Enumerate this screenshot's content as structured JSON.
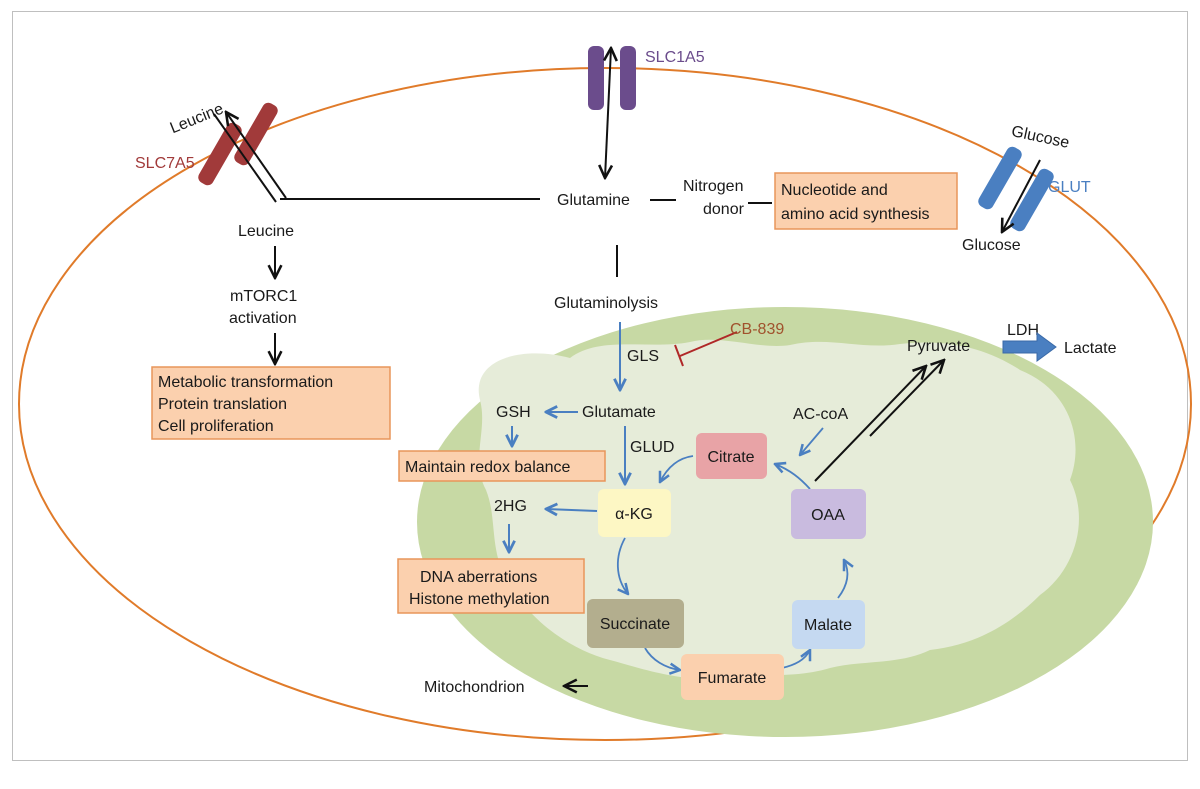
{
  "transporters": {
    "slc1a5": "SLC1A5",
    "slc7a5": "SLC7A5",
    "glut": "GLUT"
  },
  "labels": {
    "leucine_out": "Leucine",
    "leucine_in": "Leucine",
    "glucose_out": "Glucose",
    "glucose_in": "Glucose",
    "glutamine": "Glutamine",
    "nitrogen_1": "Nitrogen",
    "nitrogen_2": "donor",
    "mtorc1_1": "mTORC1",
    "mtorc1_2": "activation",
    "glutaminolysis": "Glutaminolysis",
    "gls": "GLS",
    "cb839": "CB-839",
    "glutamate": "Glutamate",
    "gsh": "GSH",
    "glud": "GLUD",
    "two_hg": "2HG",
    "ac_coa": "AC-coA",
    "pyruvate": "Pyruvate",
    "ldh": "LDH",
    "lactate": "Lactate",
    "mitochondrion": "Mitochondrion"
  },
  "boxes": {
    "nucleotide": [
      "Nucleotide and",
      "amino acid synthesis"
    ],
    "metabolic": [
      "Metabolic transformation",
      "Protein translation",
      "Cell proliferation"
    ],
    "redox": [
      "Maintain redox balance"
    ],
    "dna": [
      "DNA aberrations",
      "Histone methylation"
    ]
  },
  "tca": {
    "citrate": "Citrate",
    "akg": "α-KG",
    "oaa": "OAA",
    "succinate": "Succinate",
    "malate": "Malate",
    "fumarate": "Fumarate"
  },
  "colors": {
    "cell_membrane": "#e07b2a",
    "mito_outer": "#c7d9a4",
    "mito_inner": "#e6ecd9",
    "arrow_blue": "#4a7fc1",
    "inhibitor_red": "#b02828",
    "slc1a5": "#6b4c8c",
    "slc7a5": "#a13a3a",
    "glut": "#4a7fc1",
    "note_box_fill": "#fbd0ae",
    "note_box_stroke": "#e8955a",
    "citrate_fill": "#e8a3a6",
    "akg_fill": "#fdf7c4",
    "oaa_fill": "#c9bbdf",
    "succinate_fill": "#b3ae8e",
    "malate_fill": "#c5d9f1",
    "fumarate_fill": "#fbd0ae"
  }
}
